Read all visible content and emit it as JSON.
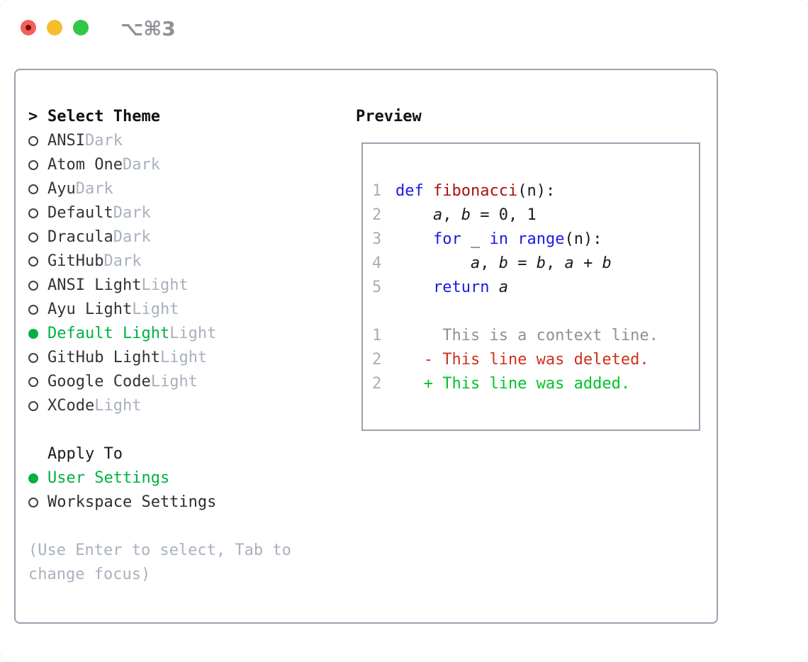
{
  "window": {
    "title_shortcut": "⌥⌘3",
    "traffic_lights": [
      "close",
      "minimize",
      "zoom"
    ]
  },
  "theme_selector": {
    "header_marker": ">",
    "header": "Select Theme",
    "themes": [
      {
        "name": "ANSI",
        "variant": "Dark",
        "selected": false
      },
      {
        "name": "Atom One",
        "variant": "Dark",
        "selected": false
      },
      {
        "name": "Ayu",
        "variant": "Dark",
        "selected": false
      },
      {
        "name": "Default",
        "variant": "Dark",
        "selected": false
      },
      {
        "name": "Dracula",
        "variant": "Dark",
        "selected": false
      },
      {
        "name": "GitHub",
        "variant": "Dark",
        "selected": false
      },
      {
        "name": "ANSI Light",
        "variant": "Light",
        "selected": false
      },
      {
        "name": "Ayu Light",
        "variant": "Light",
        "selected": false
      },
      {
        "name": "Default Light",
        "variant": "Light",
        "selected": true
      },
      {
        "name": "GitHub Light",
        "variant": "Light",
        "selected": false
      },
      {
        "name": "Google Code",
        "variant": "Light",
        "selected": false
      },
      {
        "name": "XCode",
        "variant": "Light",
        "selected": false
      }
    ]
  },
  "apply_to": {
    "header": "Apply To",
    "options": [
      {
        "label": "User Settings",
        "selected": true
      },
      {
        "label": "Workspace Settings",
        "selected": false
      }
    ]
  },
  "hint": "(Use Enter to select, Tab to change focus)",
  "preview": {
    "title": "Preview",
    "lines": [
      {
        "num": "1",
        "segments": [
          {
            "t": "def",
            "c": "keyword"
          },
          {
            "t": " ",
            "c": "plain"
          },
          {
            "t": "fibonacci",
            "c": "function"
          },
          {
            "t": "(n):",
            "c": "plain"
          }
        ]
      },
      {
        "num": "2",
        "segments": [
          {
            "t": "    ",
            "c": "plain"
          },
          {
            "t": "a",
            "c": "var"
          },
          {
            "t": ", ",
            "c": "plain"
          },
          {
            "t": "b",
            "c": "var"
          },
          {
            "t": " = 0, 1",
            "c": "plain"
          }
        ]
      },
      {
        "num": "3",
        "segments": [
          {
            "t": "    ",
            "c": "plain"
          },
          {
            "t": "for",
            "c": "keyword"
          },
          {
            "t": " _ ",
            "c": "plain"
          },
          {
            "t": "in",
            "c": "keyword"
          },
          {
            "t": " ",
            "c": "plain"
          },
          {
            "t": "range",
            "c": "keyword"
          },
          {
            "t": "(n):",
            "c": "plain"
          }
        ]
      },
      {
        "num": "4",
        "segments": [
          {
            "t": "        ",
            "c": "plain"
          },
          {
            "t": "a",
            "c": "var"
          },
          {
            "t": ", ",
            "c": "plain"
          },
          {
            "t": "b",
            "c": "var"
          },
          {
            "t": " = ",
            "c": "plain"
          },
          {
            "t": "b",
            "c": "var"
          },
          {
            "t": ", ",
            "c": "plain"
          },
          {
            "t": "a",
            "c": "var"
          },
          {
            "t": " + ",
            "c": "plain"
          },
          {
            "t": "b",
            "c": "var"
          }
        ]
      },
      {
        "num": "5",
        "segments": [
          {
            "t": "    ",
            "c": "plain"
          },
          {
            "t": "return",
            "c": "keyword"
          },
          {
            "t": " ",
            "c": "plain"
          },
          {
            "t": "a",
            "c": "var"
          }
        ]
      },
      {
        "num": "",
        "segments": []
      },
      {
        "num": "1",
        "segments": [
          {
            "t": "     This is a context line.",
            "c": "context"
          }
        ]
      },
      {
        "num": "2",
        "segments": [
          {
            "t": "   - This line was deleted.",
            "c": "deleted"
          }
        ]
      },
      {
        "num": "2",
        "segments": [
          {
            "t": "   + This line was added.",
            "c": "added"
          }
        ]
      }
    ]
  },
  "colors": {
    "accent_green": "#00b142",
    "added_green": "#00c228",
    "deleted_red": "#d0301b",
    "keyword_blue": "#1a1ae6",
    "function_red": "#ab1010",
    "muted_gray": "#a9b1bd",
    "border_gray": "#9aa2ae",
    "traffic_red": "#f4605a",
    "traffic_yellow": "#f6bd2f",
    "traffic_green": "#31c748"
  }
}
